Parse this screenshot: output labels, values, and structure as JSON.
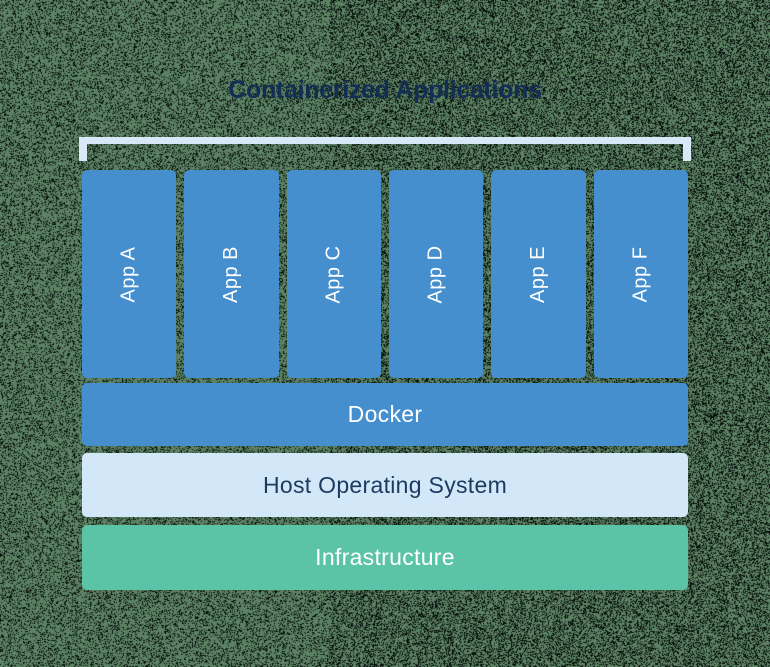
{
  "title": "Containerized Applications",
  "apps": [
    "App A",
    "App B",
    "App C",
    "App D",
    "App E",
    "App F"
  ],
  "layers": [
    {
      "id": "docker",
      "label": "Docker"
    },
    {
      "id": "host-os",
      "label": "Host Operating System"
    },
    {
      "id": "infrastructure",
      "label": "Infrastructure"
    }
  ],
  "colors": {
    "app_block": "#458fce",
    "docker_layer": "#458fce",
    "host_os_layer": "#d2e7f8",
    "infrastructure_layer": "#5bc4a6",
    "title_text": "#132e54",
    "host_os_text": "#1d3b60",
    "app_text": "#ffffff",
    "layer_text": "#ffffff",
    "bracket": "#d8e8f7",
    "background_noise_green": "#5c8163",
    "background_noise_black": "#05100a"
  }
}
